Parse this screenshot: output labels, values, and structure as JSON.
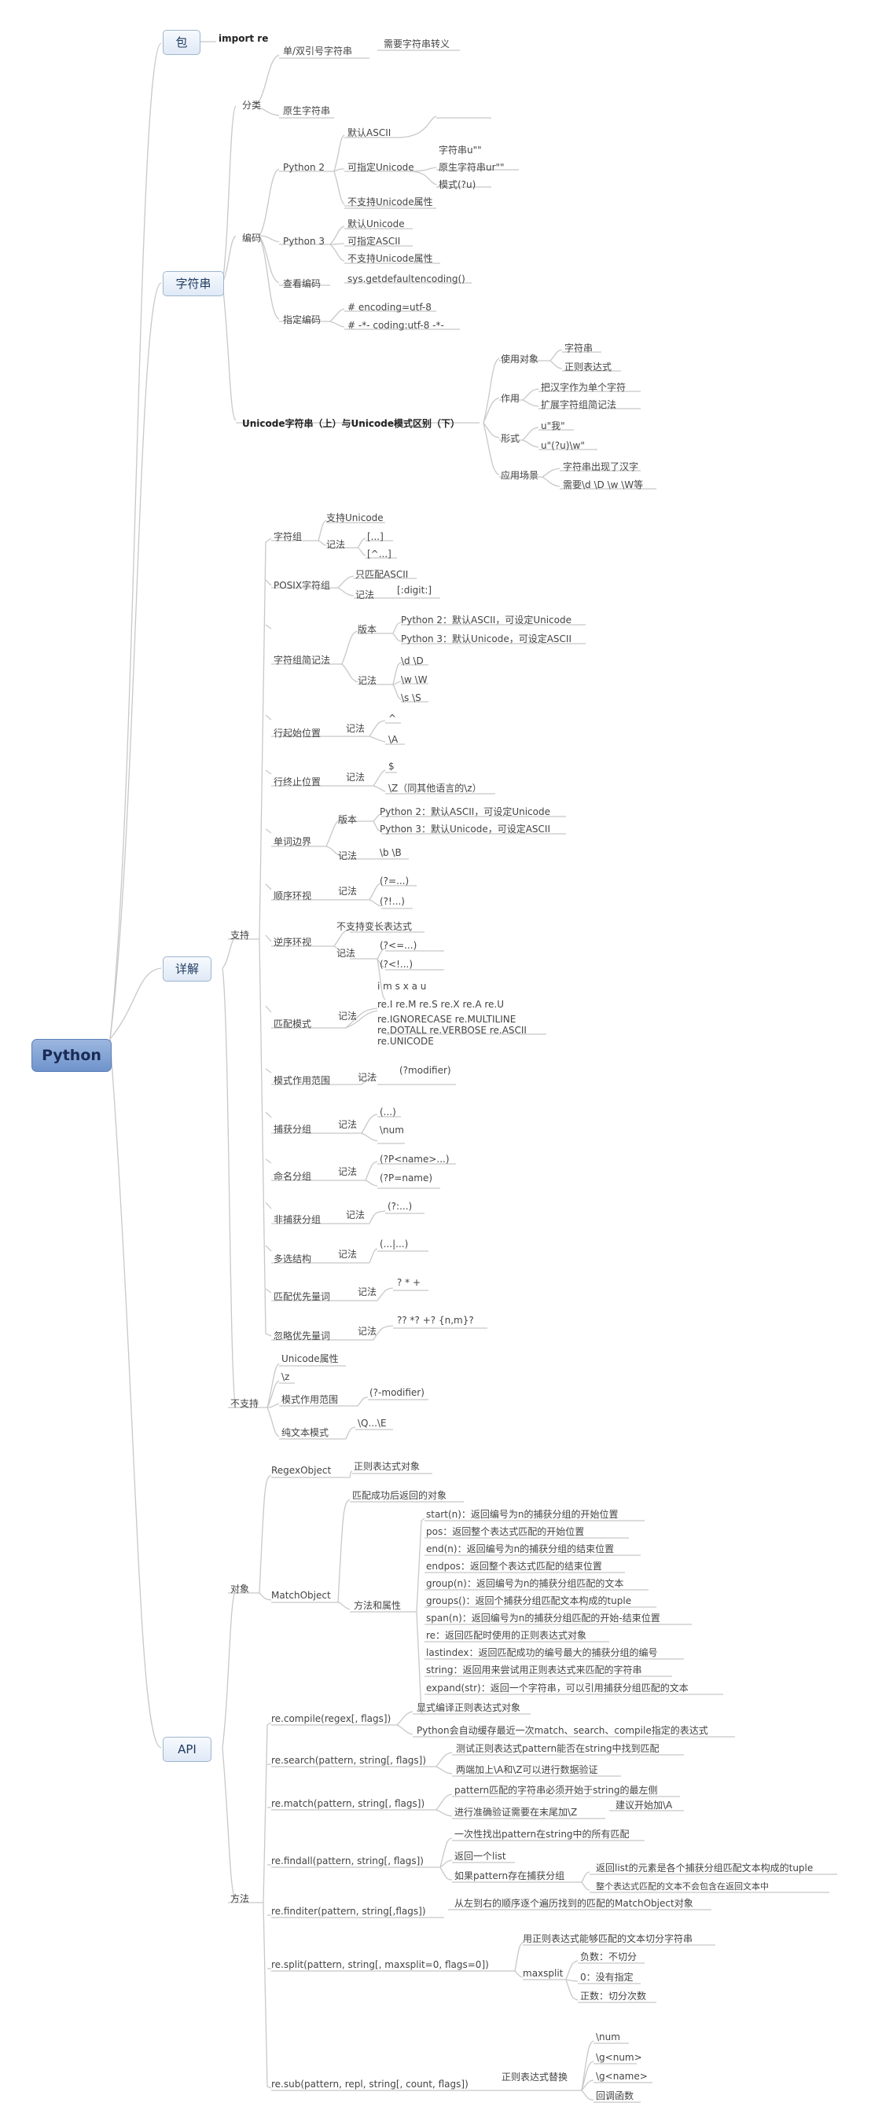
{
  "root": "Python",
  "colors": {
    "line": "#c8c8c8",
    "box_border": "#9fb5cf",
    "root_fill": "#7d9fd6"
  },
  "sections": {
    "pkg": "包",
    "str": "字符串",
    "detail": "详解",
    "api": "API"
  },
  "pkg": {
    "import": "import re"
  },
  "str": {
    "fenlei": "分类",
    "quote": "单/双引号字符串",
    "escape": "需要字符串转义",
    "raw": "原生字符串",
    "bianma": "编码",
    "py2": "Python 2",
    "p2_default": "默认ASCII",
    "p2_unicode": "可指定Unicode",
    "p2_u": "字符串u\"\"",
    "p2_ur": "原生字符串ur\"\"",
    "p2_mode": "模式(?u)",
    "p2_noattr": "不支持Unicode属性",
    "py3": "Python 3",
    "p3_default": "默认Unicode",
    "p3_ascii": "可指定ASCII",
    "p3_noattr": "不支持Unicode属性",
    "view": "查看编码",
    "view_fn": "sys.getdefaultencoding()",
    "spec": "指定编码",
    "spec1": "# encoding=utf-8",
    "spec2": "# -*- coding:utf-8 -*-",
    "ucmp": "Unicode字符串（上）与Unicode模式区别（下）",
    "use": "使用对象",
    "use1": "字符串",
    "use2": "正则表达式",
    "effect": "作用",
    "effect1": "把汉字作为单个字符",
    "effect2": "扩展字符组简记法",
    "form": "形式",
    "form1": "u\"我\"",
    "form2": "u\"(?u)\\w\"",
    "scene": "应用场景",
    "scene1": "字符串出现了汉字",
    "scene2": "需要\\d \\D \\w \\W等"
  },
  "detail": {
    "support": "支持",
    "cc": "字符组",
    "cc_uni": "支持Unicode",
    "notation": "记法",
    "cc_n1": "[...]",
    "cc_n2": "[^...]",
    "posix": "POSIX字符组",
    "posix_ascii": "只匹配ASCII",
    "posix_n": "[:digit:]",
    "short": "字符组简记法",
    "version": "版本",
    "sh_v1": "Python 2：默认ASCII，可设定Unicode",
    "sh_v2": "Python 3：默认Unicode，可设定ASCII",
    "sh_n1": "\\d \\D",
    "sh_n2": "\\w \\W",
    "sh_n3": "\\s \\S",
    "lstart": "行起始位置",
    "ls1": "^",
    "ls2": "\\A",
    "lend": "行终止位置",
    "le1": "$",
    "le2": "\\Z（同其他语言的\\z）",
    "word": "单词边界",
    "wb_v1": "Python 2：默认ASCII，可设定Unicode",
    "wb_v2": "Python 3：默认Unicode，可设定ASCII",
    "wb_n": "\\b \\B",
    "look": "顺序环视",
    "lk1": "(?=...)",
    "lk2": "(?!...)",
    "lookb": "逆序环视",
    "lb_note": "不支持变长表达式",
    "lb1": "(?<=...)",
    "lb2": "(?<!...)",
    "mode": "匹配模式",
    "md1": "i m s x a u",
    "md2": "re.I re.M re.S re.X re.A re.U",
    "md3a": "re.IGNORECASE re.MULTILINE",
    "md3b": "re.DOTALL re.VERBOSE re.ASCII",
    "md3c": "re.UNICODE",
    "scope": "模式作用范围",
    "scope_n": "(?modifier)",
    "cap": "捕获分组",
    "cap1": "(...)",
    "cap2": "\\num",
    "named": "命名分组",
    "nm1": "(?P<name>...)",
    "nm2": "(?P=name)",
    "noncap": "非捕获分组",
    "nc": "(?:...)",
    "alt": "多选结构",
    "alt_n": "(...|...)",
    "greedy": "匹配优先量词",
    "greedy_n": "? * +",
    "lazy": "忽略优先量词",
    "lazy_n": "?? *? +? {n,m}?",
    "nosupport": "不支持",
    "ns1": "Unicode属性",
    "ns2": "\\z",
    "ns3": "模式作用范围",
    "ns3a": "(?-modifier)",
    "ns4": "纯文本模式",
    "ns4a": "\\Q...\\E"
  },
  "api": {
    "obj": "对象",
    "regex_obj": "RegexObject",
    "regex_desc": "正则表达式对象",
    "match_obj": "MatchObject",
    "match_desc": "匹配成功后返回的对象",
    "methods_attrs": "方法和属性",
    "m1": "start(n)：返回编号为n的捕获分组的开始位置",
    "m2": "pos：返回整个表达式匹配的开始位置",
    "m3": "end(n)：返回编号为n的捕获分组的结束位置",
    "m4": "endpos：返回整个表达式匹配的结束位置",
    "m5": "group(n)：返回编号为n的捕获分组匹配的文本",
    "m6": "groups()：返回个捕获分组匹配文本构成的tuple",
    "m7": "span(n)：返回编号为n的捕获分组匹配的开始-结束位置",
    "m8": "re：返回匹配时使用的正则表达式对象",
    "m9": "lastindex：返回匹配成功的编号最大的捕获分组的编号",
    "m10": "string：返回用来尝试用正则表达式来匹配的字符串",
    "m11": "expand(str)：返回一个字符串，可以引用捕获分组匹配的文本",
    "methods": "方法",
    "compile": "re.compile(regex[, flags])",
    "compile1": "显式编译正则表达式对象",
    "compile2": "Python会自动缓存最近一次match、search、compile指定的表达式",
    "search": "re.search(pattern, string[, flags])",
    "search1": "测试正则表达式pattern能否在string中找到匹配",
    "search2": "两端加上\\A和\\Z可以进行数据验证",
    "match": "re.match(pattern, string[, flags])",
    "match1": "pattern匹配的字符串必须开始于string的最左侧",
    "match2": "进行准确验证需要在末尾加\\Z",
    "match2a": "建议开始加\\A",
    "findall": "re.findall(pattern, string[, flags])",
    "fa1": "一次性找出pattern在string中的所有匹配",
    "fa2": "返回一个list",
    "fa3": "如果pattern存在捕获分组",
    "fa3a": "返回list的元素是各个捕获分组匹配文本构成的tuple",
    "fa3b": "整个表达式匹配的文本不会包含在返回文本中",
    "finditer": "re.finditer(pattern, string[,flags])",
    "fi1": "从左到右的顺序逐个遍历找到的匹配的MatchObject对象",
    "split": "re.split(pattern, string[, maxsplit=0, flags=0])",
    "sp1": "用正则表达式能够匹配的文本切分字符串",
    "maxsplit": "maxsplit",
    "ms1": "负数：不切分",
    "ms2": "0：没有指定",
    "ms3": "正数：切分次数",
    "sub": "re.sub(pattern, repl, string[, count, flags])",
    "sub1": "正则表达式替换",
    "sb1": "\\num",
    "sb2": "\\g<num>",
    "sb3": "\\g<name>",
    "sb4": "回调函数"
  }
}
